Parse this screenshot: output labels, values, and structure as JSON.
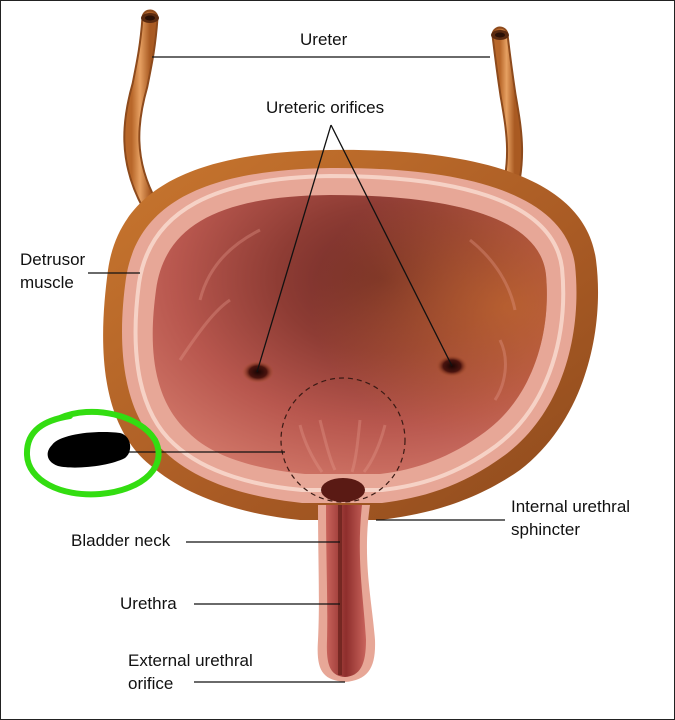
{
  "diagram": {
    "labels": {
      "ureter": "Ureter",
      "ureteric_orifices": "Ureteric orifices",
      "detrusor_line1": "Detrusor",
      "detrusor_line2": "muscle",
      "internal_sphincter_line1": "Internal urethral",
      "internal_sphincter_line2": "sphincter",
      "bladder_neck": "Bladder neck",
      "urethra": "Urethra",
      "external_orifice_line1": "External urethral",
      "external_orifice_line2": "orifice"
    },
    "redacted_label": {
      "blackout_color": "#000000",
      "highlight_color": "#33dd11"
    }
  }
}
